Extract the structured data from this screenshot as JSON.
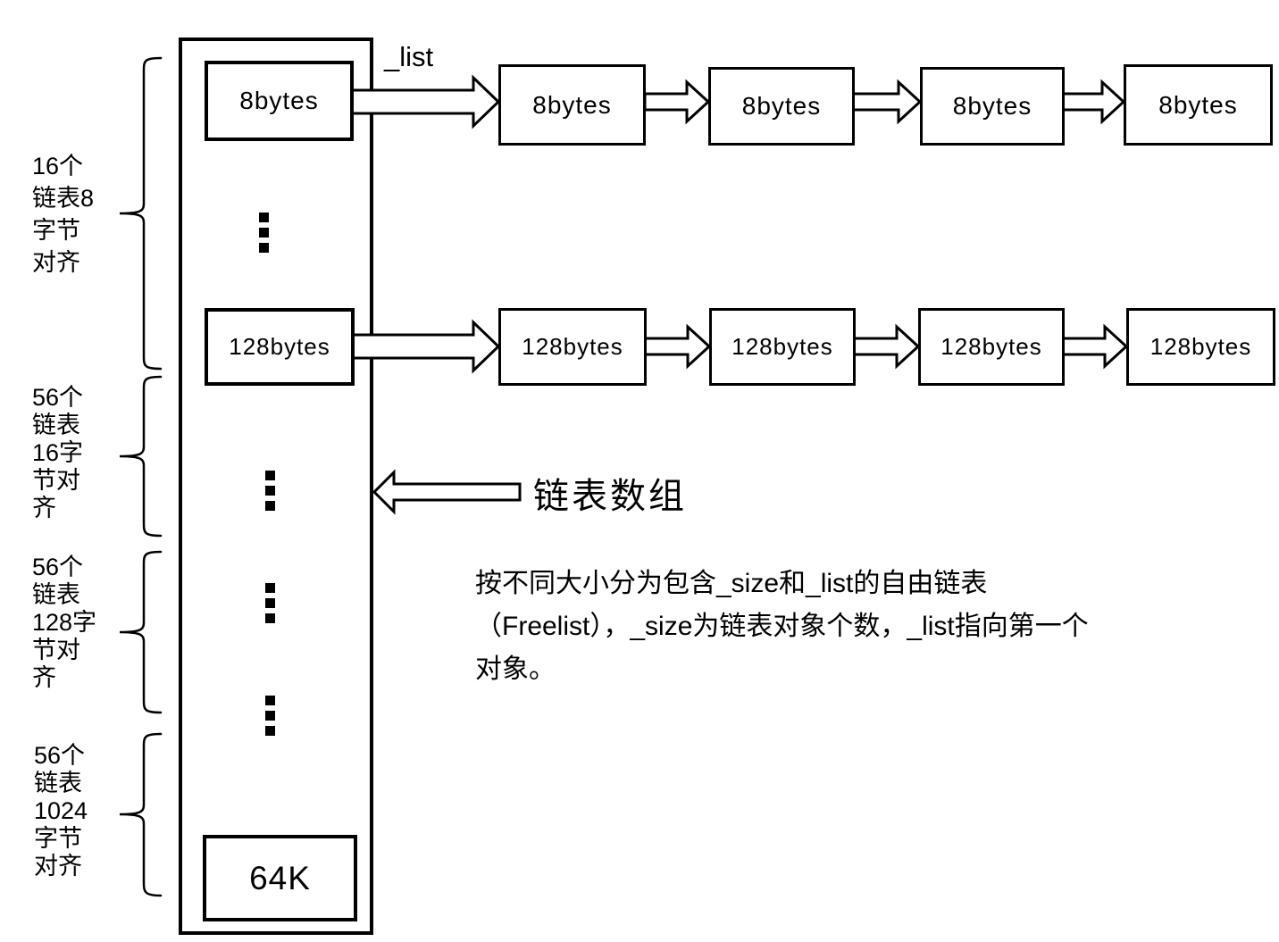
{
  "diagram": {
    "list_pointer_label": "_list",
    "array_arrow_label": "链表数组",
    "note": "按不同大小分为包含_size和_list的自由链表\n（Freelist），_size为链表对象个数，_list指向第一个\n对象。",
    "group_labels": [
      {
        "text": "16个\n链表8\n字节\n对齐"
      },
      {
        "text": "56个\n链表\n16字\n节对\n齐"
      },
      {
        "text": "56个\n链表\n128字\n节对\n齐"
      },
      {
        "text": "56个\n链表\n1024\n字节\n对齐"
      }
    ],
    "rows": [
      {
        "bucket": "8bytes",
        "chain": [
          "8bytes",
          "8bytes",
          "8bytes",
          "8bytes"
        ]
      },
      {
        "bucket": "128bytes",
        "chain": [
          "128bytes",
          "128bytes",
          "128bytes",
          "128bytes"
        ]
      }
    ],
    "bottom_bucket": "64K"
  }
}
